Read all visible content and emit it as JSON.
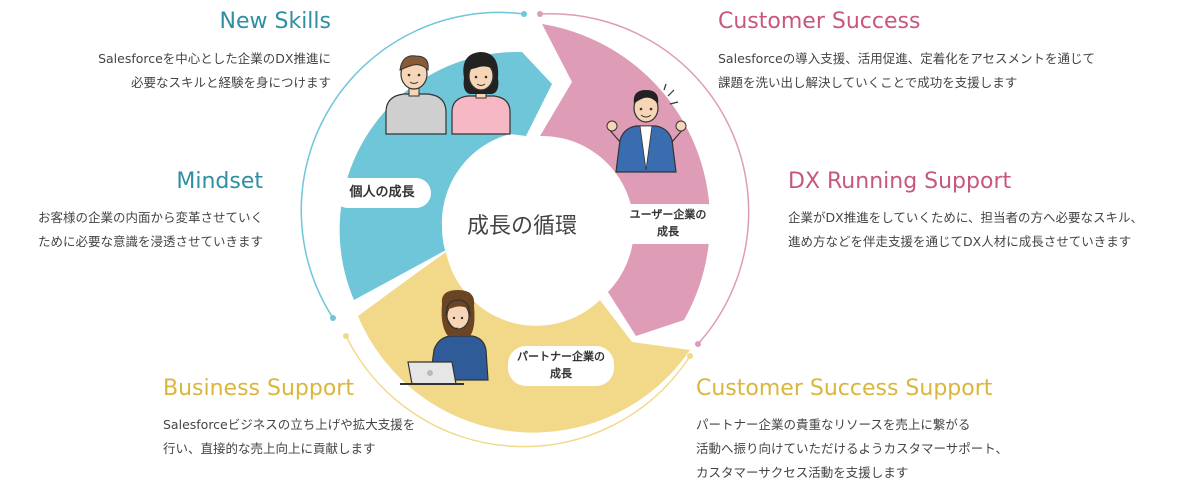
{
  "center": {
    "title": "成長の循環"
  },
  "segments": {
    "individual": {
      "label": "個人の成長",
      "color": "#6ec6d8"
    },
    "user_company": {
      "label_line1": "ユーザー企業の",
      "label_line2": "成長",
      "color": "#de9cb6"
    },
    "partner_company": {
      "label_line1": "パートナー企業の",
      "label_line2": "成長",
      "color": "#f2d98a"
    }
  },
  "sections": {
    "new_skills": {
      "title": "New Skills",
      "lines": [
        "Salesforceを中心とした企業のDX推進に",
        "必要なスキルと経験を身につけます"
      ]
    },
    "mindset": {
      "title": "Mindset",
      "lines": [
        "お客様の企業の内面から変革させていく",
        "ために必要な意識を浸透させていきます"
      ]
    },
    "customer_success": {
      "title": "Customer Success",
      "lines": [
        "Salesforceの導入支援、活用促進、定着化をアセスメントを通じて",
        "課題を洗い出し解決していくことで成功を支援します"
      ]
    },
    "dx_running_support": {
      "title": "DX Running Support",
      "lines": [
        "企業がDX推進をしていくために、担当者の方へ必要なスキル、",
        "進め方などを伴走支援を通じてDX人材に成長させていきます"
      ]
    },
    "business_support": {
      "title": "Business Support",
      "lines": [
        "Salesforceビジネスの立ち上げや拡大支援を",
        "行い、直接的な売上向上に貢献します"
      ]
    },
    "customer_success_support": {
      "title": "Customer Success Support",
      "lines": [
        "パートナー企業の貴重なリソースを売上に繋がる",
        "活動へ振り向けていただけるようカスタマーサポート、",
        "カスタマーサクセス活動を支援します"
      ]
    }
  },
  "colors": {
    "teal": "#2e8fa3",
    "pink": "#c8567f",
    "gold": "#dab63c"
  }
}
